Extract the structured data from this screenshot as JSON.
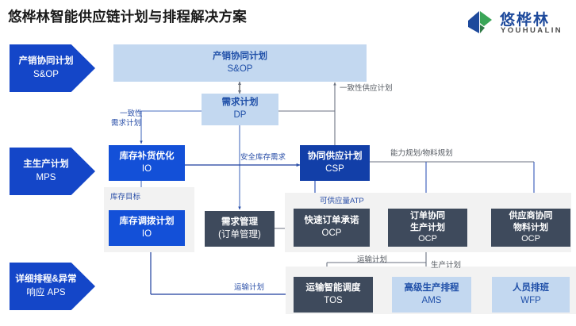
{
  "header": {
    "title": "悠桦林智能供应链计划与排程解决方案",
    "logo": {
      "name_cn": "悠桦林",
      "name_en": "YOUHUALIN",
      "color_blue": "#1e4a9c",
      "color_green": "#3aa557"
    }
  },
  "theme": {
    "bright_blue": "#1350d8",
    "deep_blue": "#123fa8",
    "light_blue": "#c3d8f0",
    "slate_gray": "#3e4a5c",
    "panel_gray": "#f2f2f2",
    "chevron_blue": "#1446c8",
    "label_blue": "#2a4fa8",
    "label_gray": "#555a61"
  },
  "stages": [
    {
      "id": "sop",
      "line1": "产销协同计划",
      "line2": "S&OP"
    },
    {
      "id": "mps",
      "line1": "主生产计划",
      "line2": "MPS"
    },
    {
      "id": "aps",
      "line1": "详细排程&异常",
      "line2": "响应 APS"
    }
  ],
  "nodes": [
    {
      "id": "sop",
      "line1": "产销协同计划",
      "line2": "S&OP",
      "style": "light-blue"
    },
    {
      "id": "dp",
      "line1": "需求计划",
      "line2": "DP",
      "style": "light-blue"
    },
    {
      "id": "io1",
      "line1": "库存补货优化",
      "line2": "IO",
      "style": "bright-blue"
    },
    {
      "id": "io2",
      "line1": "库存调拨计划",
      "line2": "IO",
      "style": "bright-blue"
    },
    {
      "id": "csp",
      "line1": "协同供应计划",
      "line2": "CSP",
      "style": "deep-blue"
    },
    {
      "id": "dm",
      "line1": "需求管理",
      "line2": "(订单管理)",
      "style": "slate-gray"
    },
    {
      "id": "ocp1",
      "line1": "快速订单承诺",
      "line2": "OCP",
      "style": "slate-gray"
    },
    {
      "id": "ocp2",
      "line1": "订单协同",
      "line2": "生产计划",
      "line3": "OCP",
      "style": "slate-gray"
    },
    {
      "id": "ocp3",
      "line1": "供应商协同",
      "line2": "物料计划",
      "line3": "OCP",
      "style": "slate-gray"
    },
    {
      "id": "tos",
      "line1": "运输智能调度",
      "line2": "TOS",
      "style": "slate-gray"
    },
    {
      "id": "ams",
      "line1": "高级生产排程",
      "line2": "AMS",
      "style": "light-blue"
    },
    {
      "id": "wfp",
      "line1": "人员排班",
      "line2": "WFP",
      "style": "light-blue"
    }
  ],
  "edge_labels": [
    {
      "id": "consistent-supply",
      "text": "一致性供应计划",
      "tone": "gray"
    },
    {
      "id": "consistent-demand-l1",
      "text": "一致性",
      "tone": "blue"
    },
    {
      "id": "consistent-demand-l2",
      "text": "需求计划",
      "tone": "blue"
    },
    {
      "id": "safety-stock",
      "text": "安全库存需求",
      "tone": "blue"
    },
    {
      "id": "inventory-target",
      "text": "库存目标",
      "tone": "blue"
    },
    {
      "id": "capacity-material",
      "text": "能力规划/物料规划",
      "tone": "gray"
    },
    {
      "id": "atp",
      "text": "可供应量ATP",
      "tone": "blue"
    },
    {
      "id": "transport-plan-top",
      "text": "运输计划",
      "tone": "gray"
    },
    {
      "id": "production-plan",
      "text": "生产计划",
      "tone": "gray"
    },
    {
      "id": "transport-plan-left",
      "text": "运输计划",
      "tone": "blue"
    }
  ]
}
